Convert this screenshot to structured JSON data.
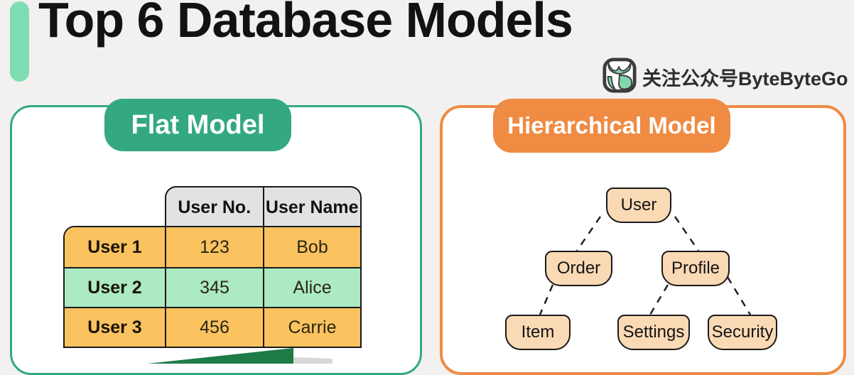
{
  "header": {
    "title": "Top 6 Database Models",
    "watermark_text": "关注公众号ByteByteGo"
  },
  "colors": {
    "background": "#f2f1ef",
    "accent_bar": "#7eddb2",
    "flat_accent": "#33a883",
    "hierarchical_accent": "#ef8b43",
    "row_orange": "#fac35f",
    "row_green": "#abeac3",
    "header_gray": "#e2e2e2",
    "tree_node_fill": "#fad9b5",
    "arrow_green": "#1e7b46"
  },
  "panels": {
    "flat": {
      "label": "Flat Model",
      "table": {
        "headers": [
          "User No.",
          "User Name"
        ],
        "rows": [
          {
            "label": "User 1",
            "cells": [
              "123",
              "Bob"
            ],
            "bg": "#fac35f"
          },
          {
            "label": "User 2",
            "cells": [
              "345",
              "Alice"
            ],
            "bg": "#abeac3"
          },
          {
            "label": "User 3",
            "cells": [
              "456",
              "Carrie"
            ],
            "bg": "#fac35f"
          }
        ]
      }
    },
    "hierarchical": {
      "label": "Hierarchical Model",
      "tree": {
        "nodes": [
          "User",
          "Order",
          "Profile",
          "Item",
          "Settings",
          "Security"
        ],
        "edges": [
          [
            "User",
            "Order"
          ],
          [
            "User",
            "Profile"
          ],
          [
            "Order",
            "Item"
          ],
          [
            "Profile",
            "Settings"
          ],
          [
            "Profile",
            "Security"
          ]
        ]
      }
    }
  }
}
